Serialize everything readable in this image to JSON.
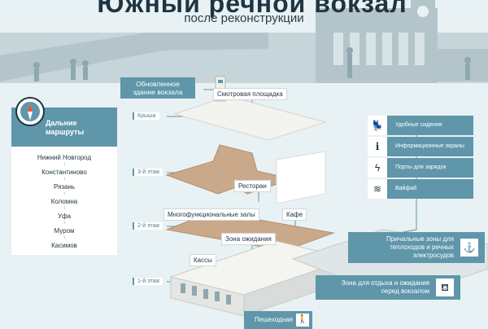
{
  "header": {
    "title": "Южный речной вокзал",
    "subtitle": "после реконструкции"
  },
  "labels": {
    "updated_building": "Обновленное здание вокзала",
    "observation_deck": "Смотровая площадка",
    "restaurant": "Ресторан",
    "multifunctional_halls": "Многофункциональные залы",
    "cafe": "Кафе",
    "waiting_area": "Зона ожидания",
    "ticket_office": "Кассы",
    "mooring_zones": "Причальные зоны для теплоходов и речных электросудов",
    "rest_zone": "Зона для отдыха и ожидания перед вокзалом",
    "pedestrian": "Пешеходная"
  },
  "floors": {
    "roof": "Крыша",
    "third": "3-й этаж",
    "second": "2-й этаж",
    "first": "1-й этаж"
  },
  "routes": {
    "title": "Дальние маршруты",
    "cities": [
      "Нижний Новгород",
      "Константиново",
      "Рязань",
      "Коломна",
      "Уфа",
      "Муром",
      "Касимов"
    ],
    "separator": "↕"
  },
  "amenities": [
    {
      "icon": "seat-icon",
      "glyph": "💺",
      "label": "Удобные сидения"
    },
    {
      "icon": "info-icon",
      "glyph": "i",
      "label": "Информационные экраны"
    },
    {
      "icon": "charging-icon",
      "glyph": "ϟ",
      "label": "Порты для зарядок"
    },
    {
      "icon": "wifi-icon",
      "glyph": "≋",
      "label": "Вайфай"
    }
  ],
  "icons": {
    "compass": "compass-icon",
    "anchor": "anchor-icon",
    "bench": "bench-icon",
    "walker": "pedestrian-icon"
  },
  "colors": {
    "accent": "#5f96aa",
    "floor": "#c9a98a",
    "background": "#e8f1f3"
  }
}
